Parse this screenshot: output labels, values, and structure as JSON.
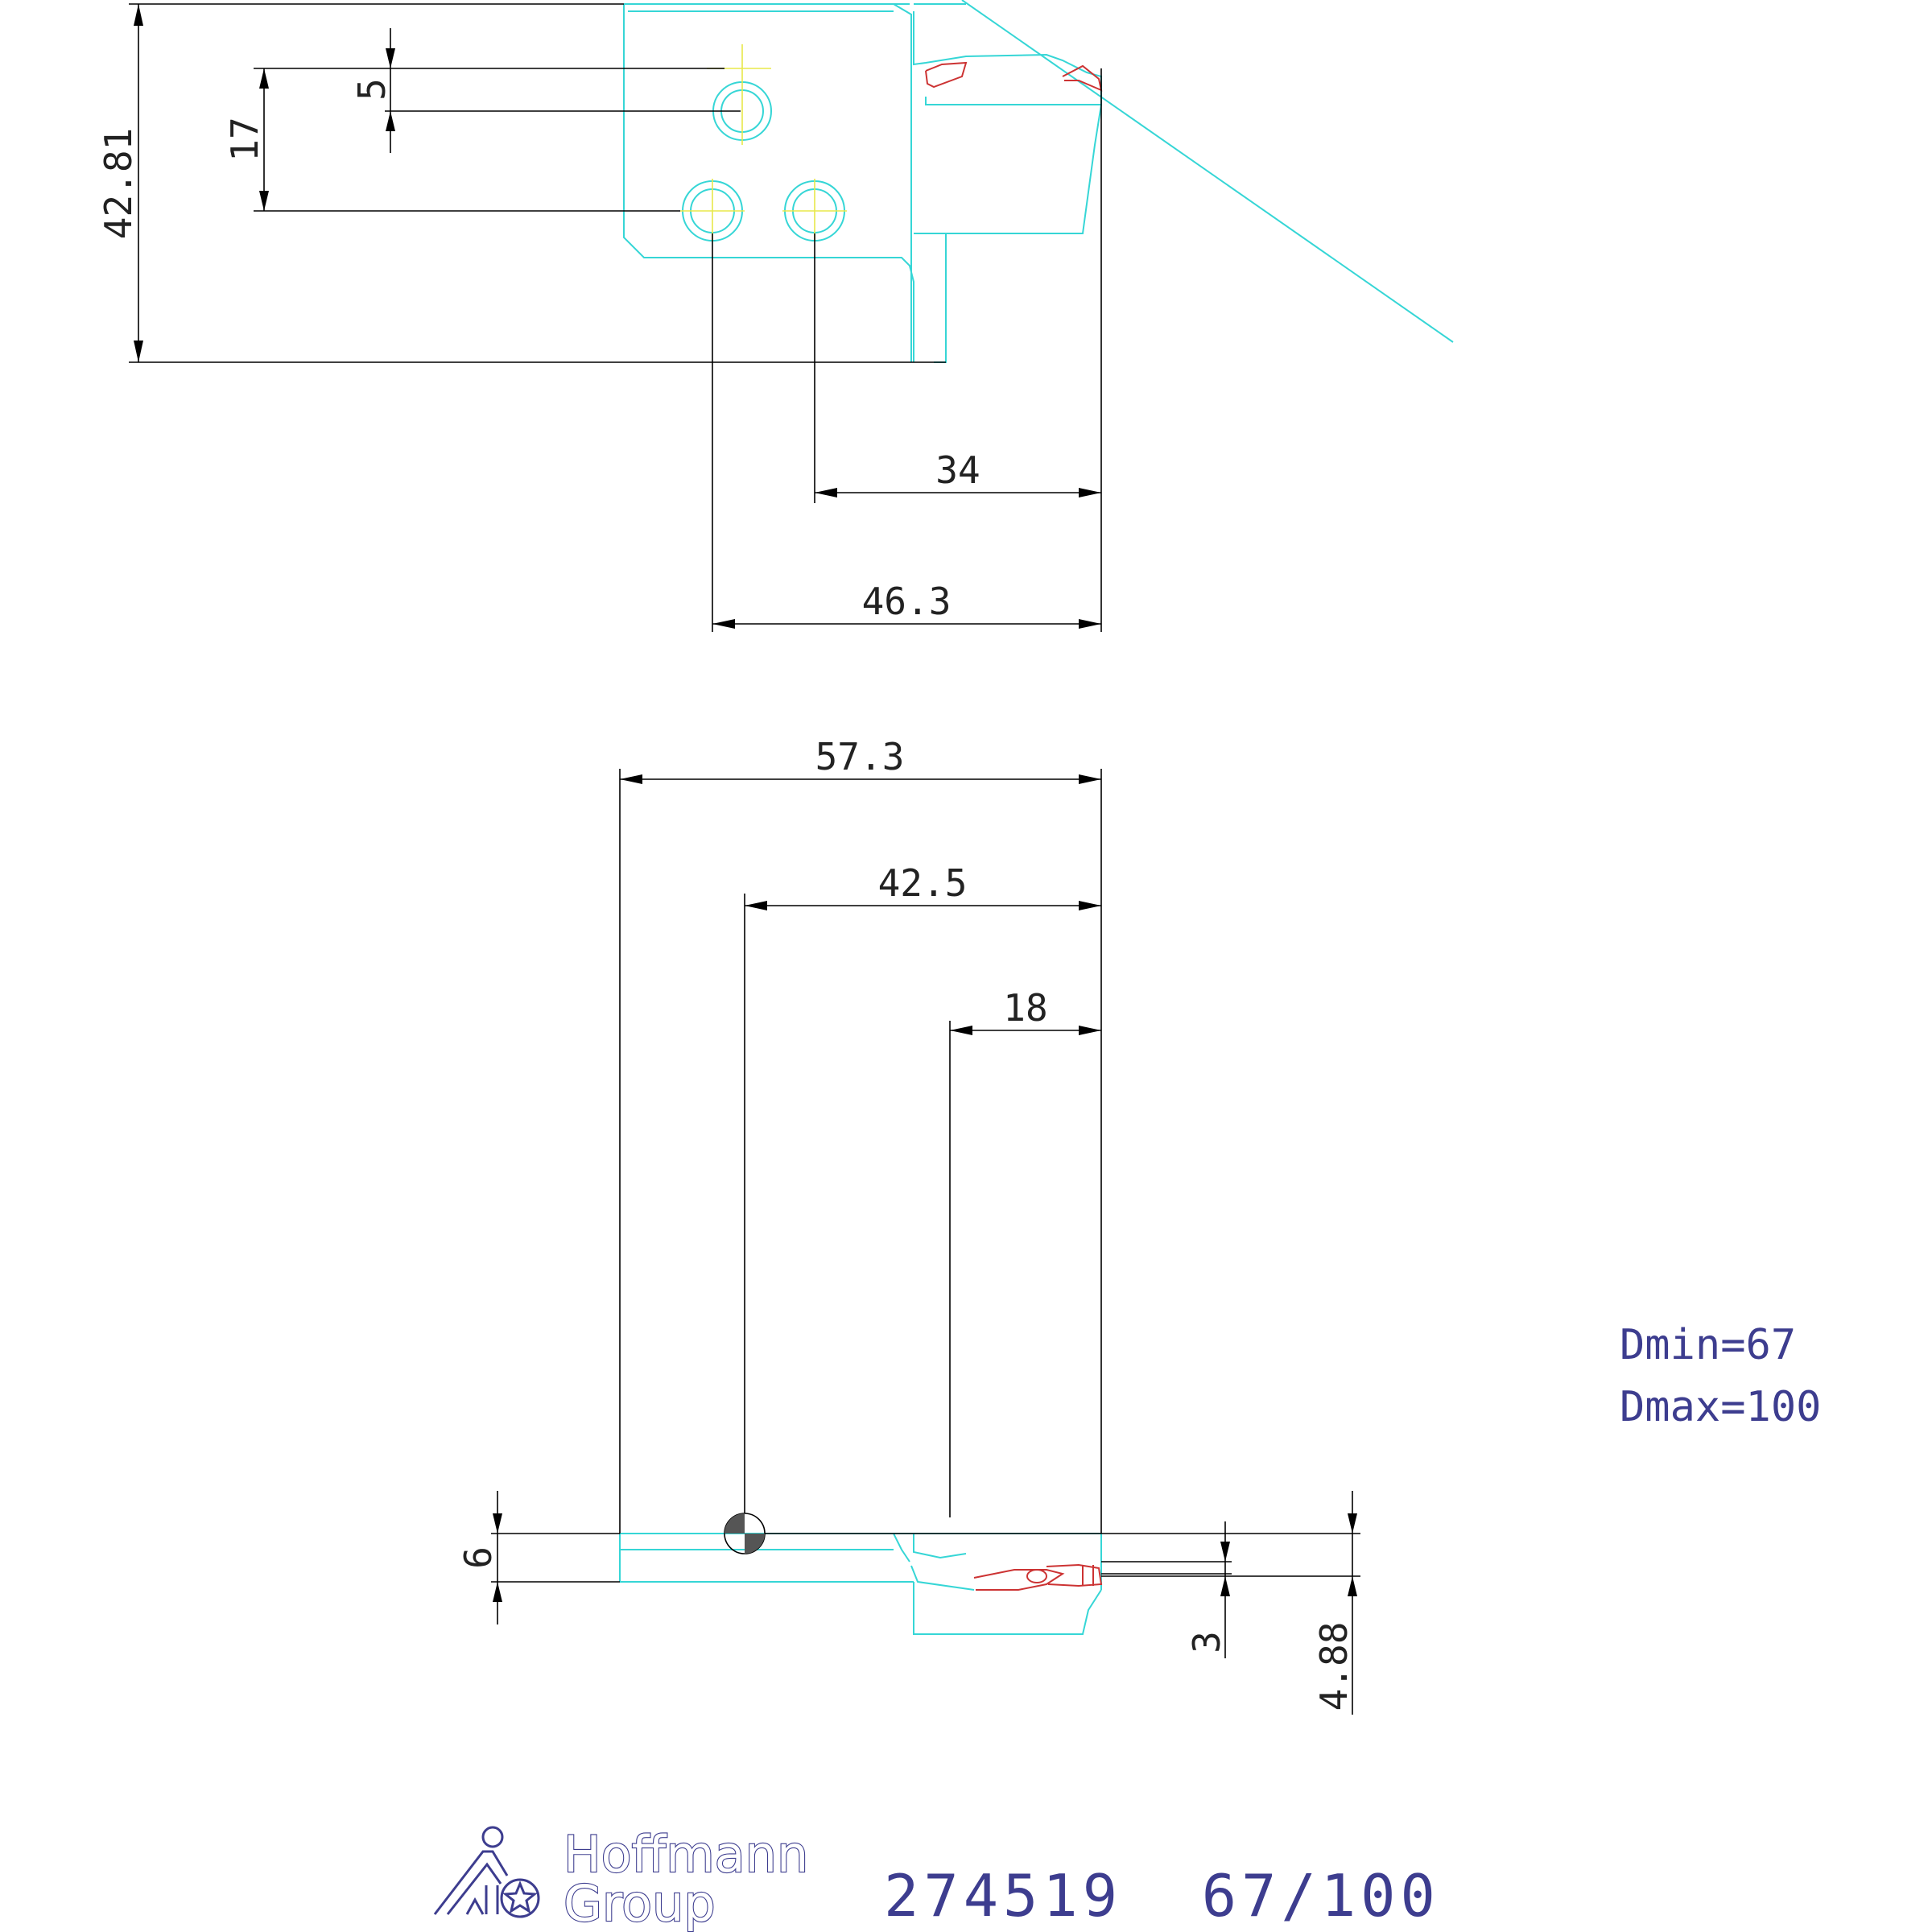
{
  "dimensions": {
    "d_5": "5",
    "d_17": "17",
    "d_42_81": "42.81",
    "d_34": "34",
    "d_46_3": "46.3",
    "d_57_3": "57.3",
    "d_42_5": "42.5",
    "d_18": "18",
    "d_6": "6",
    "d_3": "3",
    "d_4_88": "4.88"
  },
  "notes": {
    "dmin": "Dmin=67",
    "dmax": "Dmax=100"
  },
  "title_block": {
    "brand_line1": "Hoffmann",
    "brand_line2": "Group",
    "part_code": "274519  67/100"
  },
  "colors": {
    "geometry": "#36d6d6",
    "dimensions": "#000000",
    "cutting_edge": "#cc3333",
    "centerlines": "#e8e84a",
    "annotation": "#3d3d8f"
  }
}
